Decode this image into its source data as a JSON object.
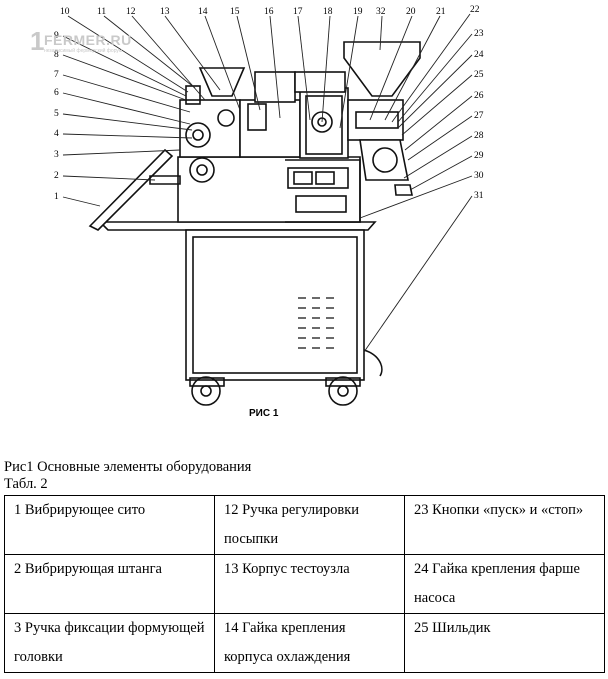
{
  "watermark": {
    "digit": "1",
    "site": "FERMER.RU",
    "tagline": "независимый фермерский форум"
  },
  "figure": {
    "caption": "РИС 1",
    "callouts_top": [
      "10",
      "11",
      "12",
      "13",
      "14",
      "15",
      "16",
      "17",
      "18",
      "19",
      "32",
      "20",
      "21",
      "22"
    ],
    "callouts_left": [
      "9",
      "8",
      "7",
      "6",
      "5",
      "4",
      "3",
      "2",
      "1"
    ],
    "callouts_right": [
      "23",
      "24",
      "25",
      "26",
      "27",
      "28",
      "29",
      "30",
      "31"
    ]
  },
  "caption": "Рис1 Основные элементы оборудования",
  "table_label": "Табл. 2",
  "table": {
    "rows": [
      [
        "1 Вибрирующее сито",
        "12 Ручка регулировки посыпки",
        "23 Кнопки «пуск» и «стоп»"
      ],
      [
        "2 Вибрирующая штанга",
        "13 Корпус тестоузла",
        "24 Гайка крепления фарше насоса"
      ],
      [
        "3 Ручка фиксации формующей головки",
        "14 Гайка крепления корпуса охлаждения",
        "25 Шильдик"
      ]
    ]
  }
}
